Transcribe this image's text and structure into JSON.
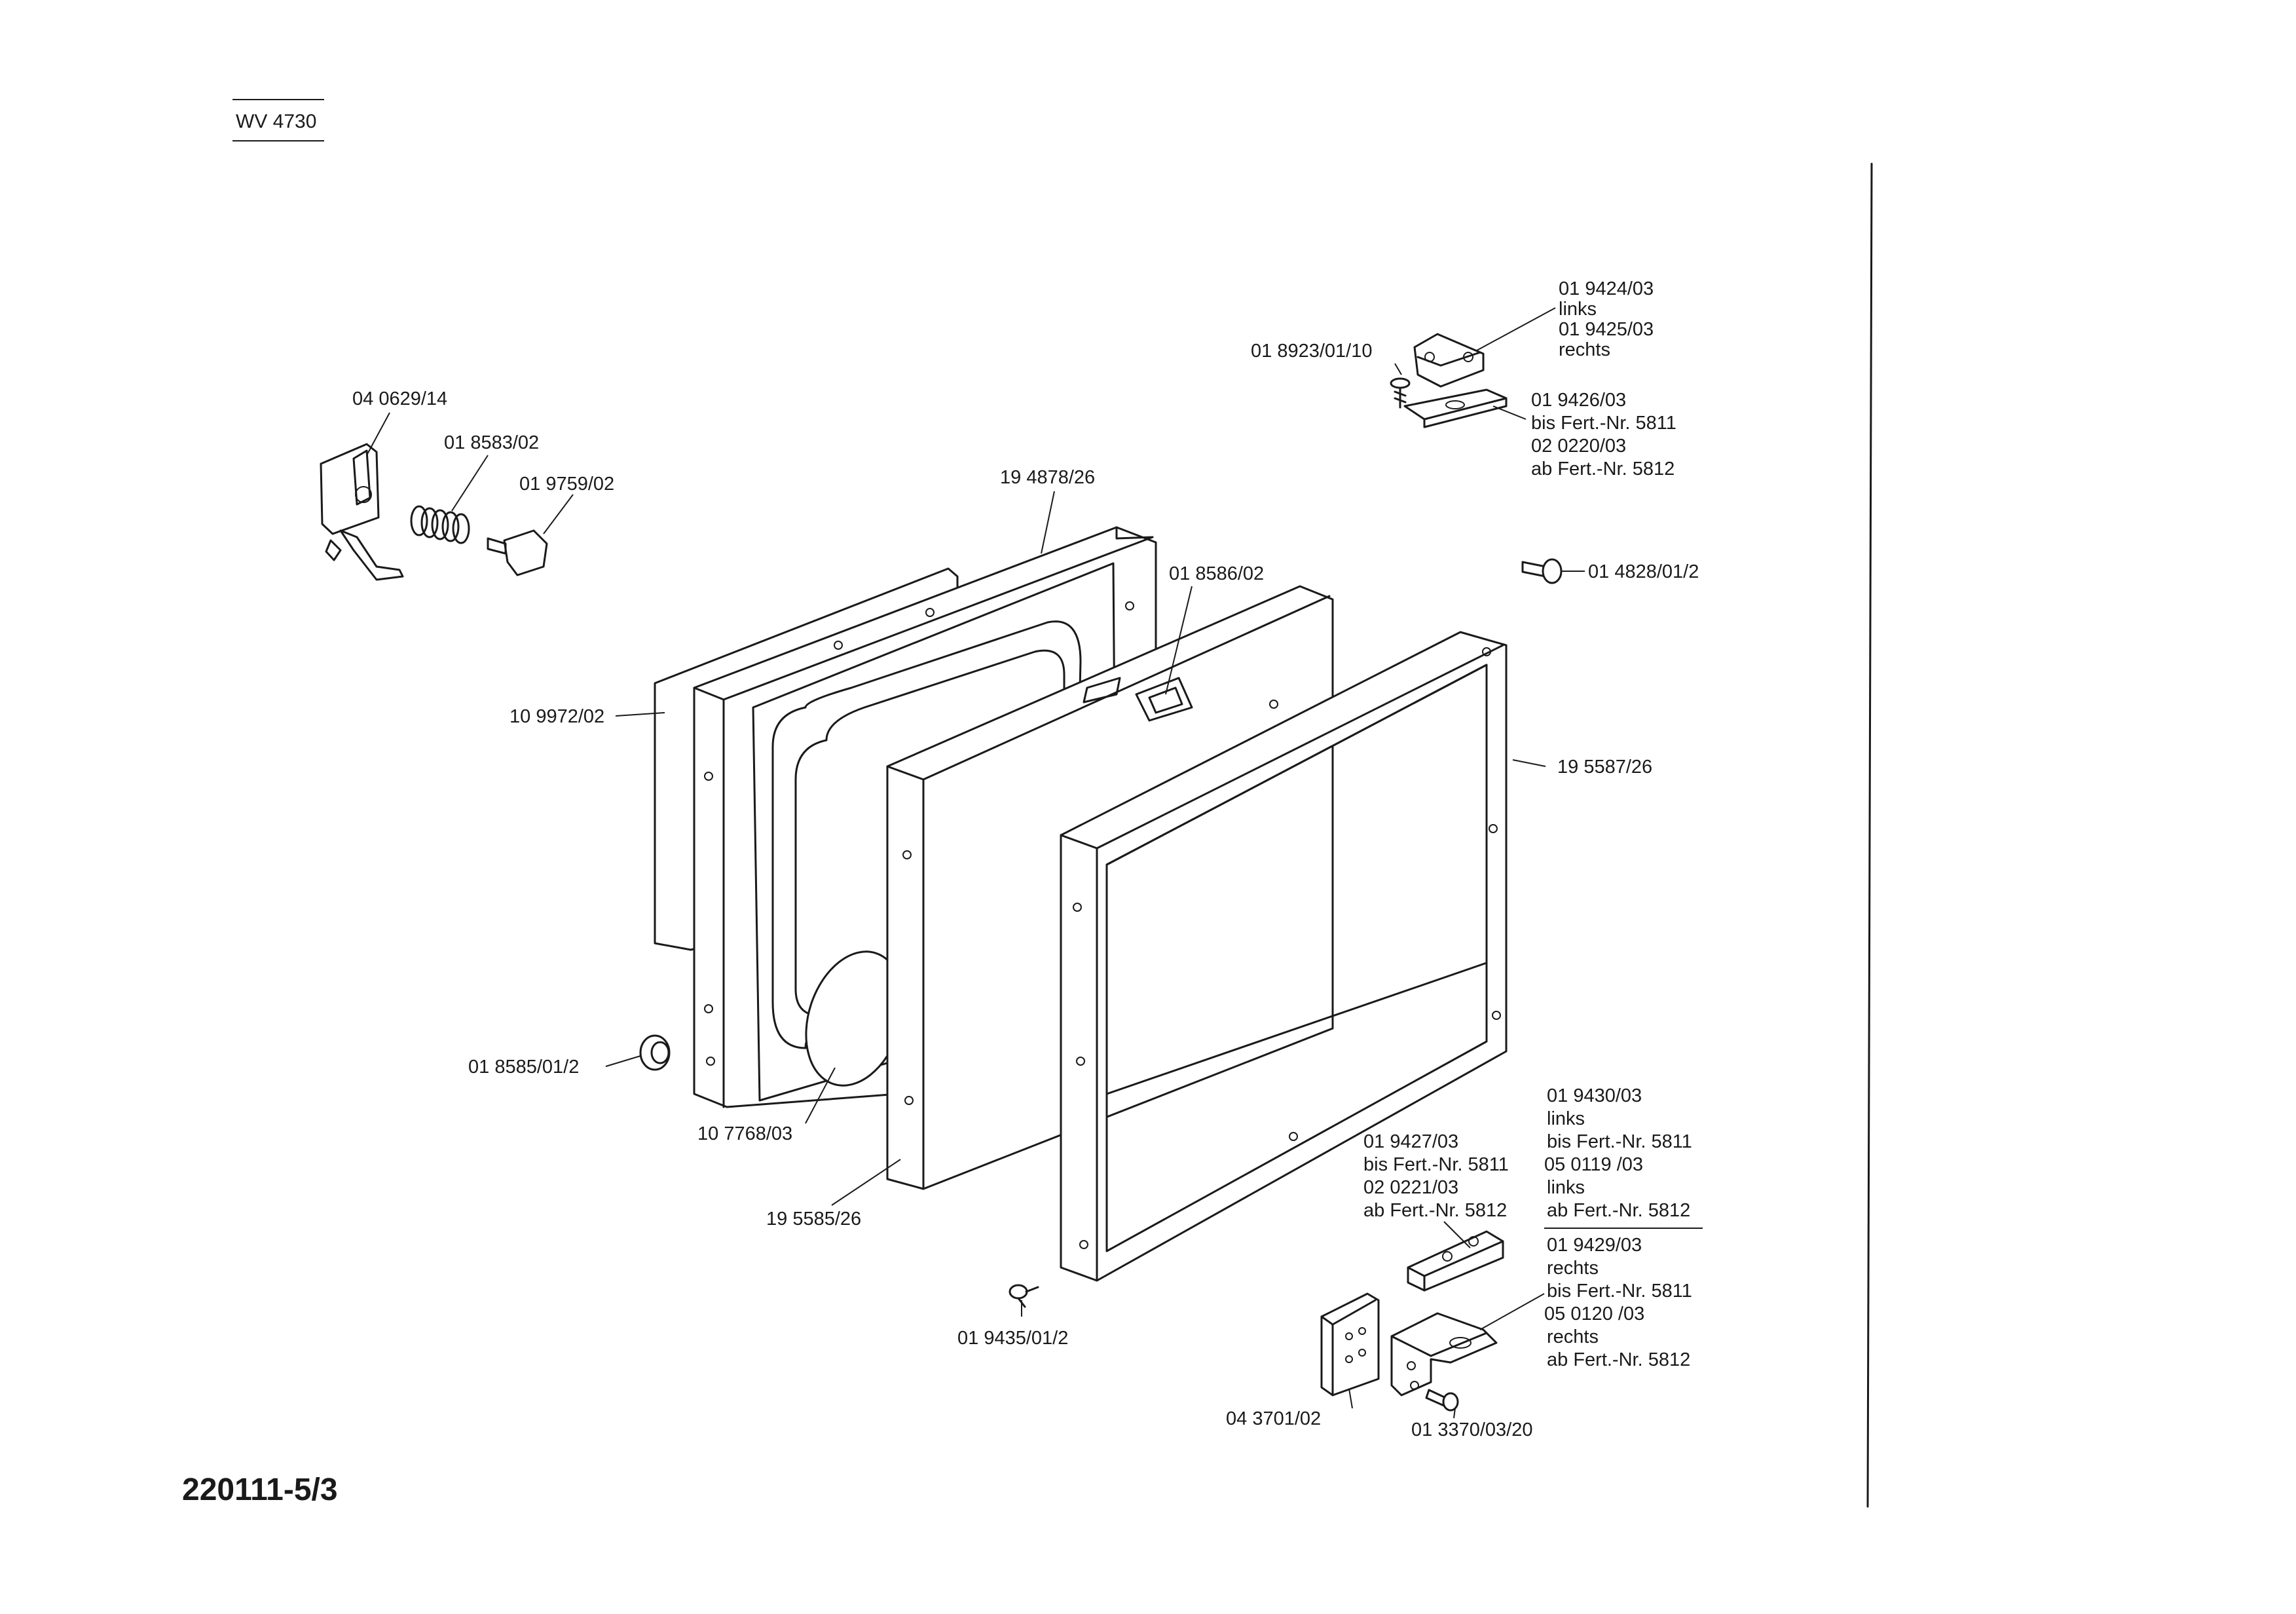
{
  "header": {
    "model": "WV 4730"
  },
  "footer": {
    "drawing_number": "220111-5/3"
  },
  "labels": {
    "p040629": "04 0629/14",
    "p018583": "01 8583/02",
    "p019759": "01 9759/02",
    "p194878": "19 4878/26",
    "p018923": "01 8923/01/10",
    "p019424": "01 9424/03",
    "links_1": "links",
    "p019425": "01 9425/03",
    "rechts_1": "rechts",
    "p019426": "01 9426/03",
    "bis_1": "bis Fert.-Nr. 5811",
    "p020220": "02 0220/03",
    "ab_1": "ab Fert.-Nr. 5812",
    "p014828": "01 4828/01/2",
    "p018586": "01 8586/02",
    "p109972": "10 9972/02",
    "p195587": "19 5587/26",
    "p018585": "01 8585/01/2",
    "p107768": "10 7768/03",
    "p195585": "19 5585/26",
    "p019430": "01 9430/03",
    "links_2": "links",
    "bis_2": "bis Fert.-Nr. 5811",
    "p050119": "05 0119 /03",
    "links_3": "links",
    "ab_2": "ab Fert.-Nr. 5812",
    "p019427": "01 9427/03",
    "bis_3": "bis Fert.-Nr. 5811",
    "p020221": "02 0221/03",
    "ab_3": "ab Fert.-Nr. 5812",
    "p019429": "01 9429/03",
    "rechts_2": "rechts",
    "bis_4": "bis Fert.-Nr. 5811",
    "p050120": "05 0120 /03",
    "rechts_3": "rechts",
    "ab_4": "ab Fert.-Nr. 5812",
    "p019435": "01 9435/01/2",
    "p043701": "04 3701/02",
    "p013370": "01 3370/03/20"
  }
}
